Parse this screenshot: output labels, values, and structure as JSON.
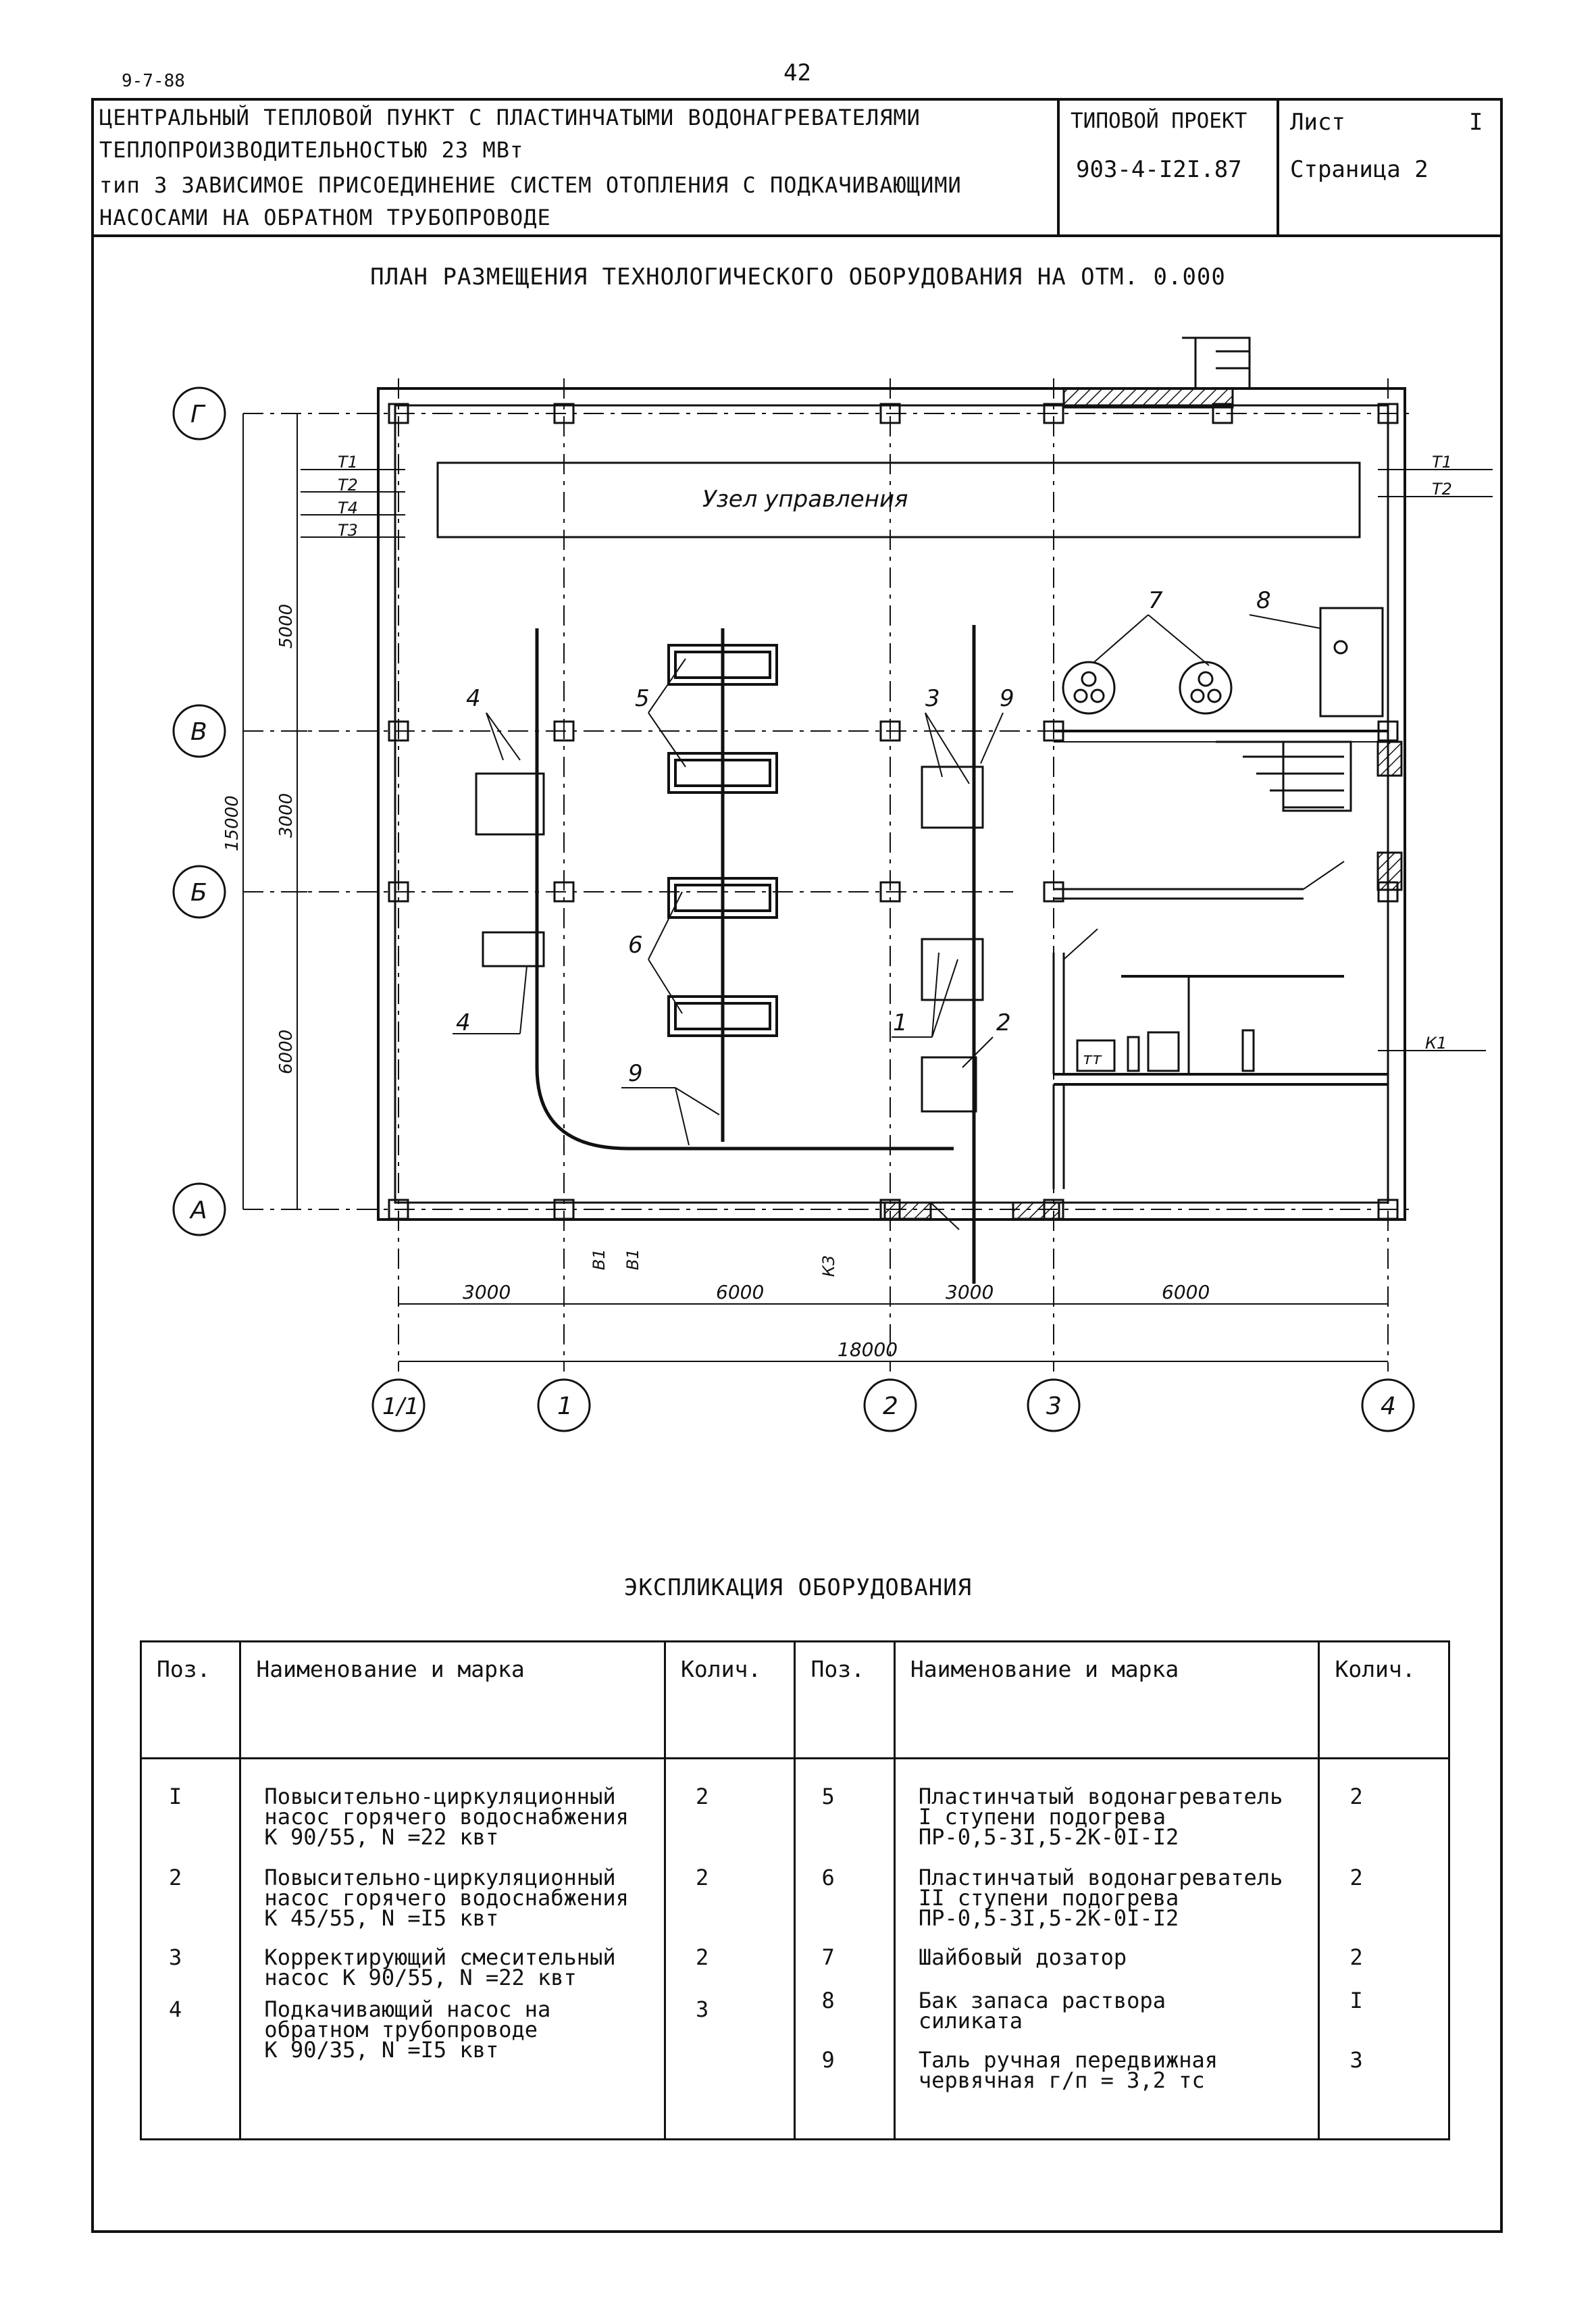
{
  "top_left_code": "9-7-88",
  "page_number": "42",
  "header": {
    "title_lines": [
      "ЦЕНТРАЛЬНЫЙ ТЕПЛОВОЙ ПУНКТ С ПЛАСТИНЧАТЫМИ ВОДОНАГРЕВАТЕЛЯМИ",
      "ТЕПЛОПРОИЗВОДИТЕЛЬНОСТЬЮ 23 МВт",
      "тип 3 ЗАВИСИМОЕ ПРИСОЕДИНЕНИЕ СИСТЕМ ОТОПЛЕНИЯ С ПОДКАЧИВАЮЩИМИ",
      "НАСОСАМИ НА ОБРАТНОМ ТРУБОПРОВОДЕ"
    ],
    "project_label": "ТИПОВОЙ ПРОЕКТ",
    "project_number": "903-4-I2I.87",
    "sheet_label": "Лист",
    "sheet_value": "I",
    "page_label": "Страница 2"
  },
  "plan": {
    "title": "ПЛАН РАЗМЕЩЕНИЯ ТЕХНОЛОГИЧЕСКОГО ОБОРУДОВАНИЯ НА ОТМ. 0.000",
    "control_unit_label": "Узел управления",
    "row_axes": [
      "Г",
      "В",
      "Б",
      "А"
    ],
    "column_axes": [
      "1/1",
      "1",
      "2",
      "3",
      "4"
    ],
    "pipes_left": [
      "Т1",
      "Т2",
      "Т4",
      "Т3"
    ],
    "pipes_right": [
      "Т1",
      "Т2",
      "К1"
    ],
    "pipes_bottom": [
      "В1",
      "В1",
      "К3"
    ],
    "vertical_dims": [
      "5000",
      "3000",
      "6000",
      "15000"
    ],
    "horizontal_dims": [
      "3000",
      "6000",
      "3000",
      "6000",
      "18000"
    ],
    "callouts": [
      "4",
      "5",
      "3",
      "9",
      "7",
      "8",
      "6",
      "4",
      "1",
      "2",
      "9"
    ],
    "toilet_label": "тт"
  },
  "table": {
    "title": "ЭКСПЛИКАЦИЯ ОБОРУДОВАНИЯ",
    "headers": [
      "Поз.",
      "Наименование и марка",
      "Колич.",
      "Поз.",
      "Наименование и марка",
      "Колич."
    ],
    "left_rows": [
      {
        "pos": "I",
        "name": [
          "Повысительно-циркуляционный",
          "насос горячего водоснабжения",
          "К 90/55, N =22 квт"
        ],
        "qty": "2"
      },
      {
        "pos": "2",
        "name": [
          "Повысительно-циркуляционный",
          "насос горячего водоснабжения",
          "К 45/55, N =I5 квт"
        ],
        "qty": "2"
      },
      {
        "pos": "3",
        "name": [
          "Корректирующий смесительный",
          "насос К 90/55, N =22 квт"
        ],
        "qty": "2"
      },
      {
        "pos": "4",
        "name": [
          "Подкачивающий насос на",
          "обратном трубопроводе",
          "К 90/35, N =I5 квт"
        ],
        "qty": "3"
      }
    ],
    "right_rows": [
      {
        "pos": "5",
        "name": [
          "Пластинчатый водонагреватель",
          "I ступени подогрева",
          "ПР-0,5-3I,5-2К-0I-I2"
        ],
        "qty": "2"
      },
      {
        "pos": "6",
        "name": [
          "Пластинчатый водонагреватель",
          "II ступени подогрева",
          "ПР-0,5-3I,5-2К-0I-I2"
        ],
        "qty": "2"
      },
      {
        "pos": "7",
        "name": [
          "Шайбовый дозатор"
        ],
        "qty": "2"
      },
      {
        "pos": "8",
        "name": [
          "Бак запаса раствора",
          "силиката"
        ],
        "qty": "I"
      },
      {
        "pos": "9",
        "name": [
          "Таль ручная передвижная",
          "червячная г/п = 3,2 тс"
        ],
        "qty": "3"
      }
    ]
  }
}
